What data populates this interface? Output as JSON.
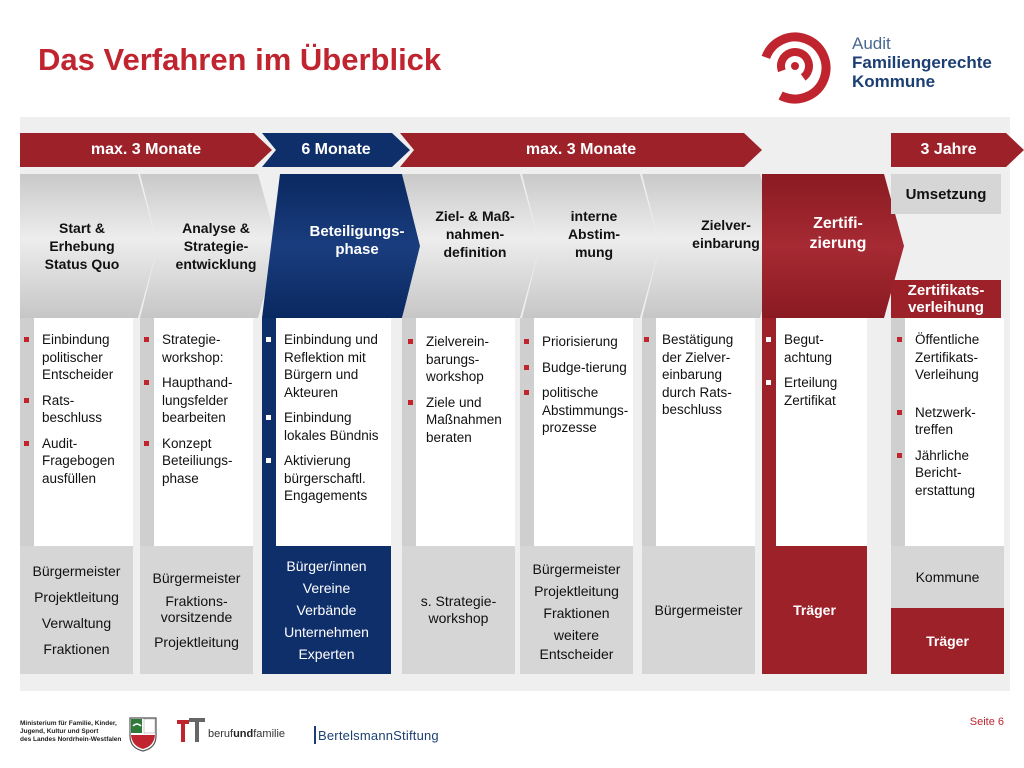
{
  "title": "Das Verfahren im Überblick",
  "logo": {
    "line1": "Audit",
    "line2": "Familiengerechte",
    "line3": "Kommune"
  },
  "banners": [
    "max.  3 Monate",
    "6 Monate",
    "max. 3  Monate",
    "3 Jahre"
  ],
  "phases": [
    [
      "Start &",
      "Erhebung",
      "Status Quo"
    ],
    [
      "Analyse &",
      "Strategie-",
      "entwicklung"
    ],
    [
      "Beteiligungs-",
      "phase"
    ],
    [
      "Ziel- & Maß-",
      "nahmen-",
      "definition"
    ],
    [
      "interne",
      "Abstim-",
      "mung"
    ],
    [
      "Zielver-",
      "einbarung"
    ],
    [
      "Zertifi-",
      "zierung"
    ]
  ],
  "umsetzung": "Umsetzung",
  "zertifikats": [
    "Zertifikats-",
    "verleihung"
  ],
  "columns": [
    [
      "Einbindung politischer Entscheider",
      "Rats-beschluss",
      "Audit-Fragebogen ausfüllen"
    ],
    [
      "Strategie-workshop:",
      "Haupthand-lungsfelder bearbeiten",
      "Konzept Beteiliungs-phase"
    ],
    [
      "Einbindung und Reflektion mit Bürgern und Akteuren",
      "Einbindung lokales Bündnis",
      "Aktivierung bürgerschaftl. Engagements"
    ],
    [
      "Zielverein-barungs-workshop",
      "Ziele und Maßnahmen beraten"
    ],
    [
      "Priorisierung",
      "Budge-tierung",
      "politische Abstimmungs-prozesse"
    ],
    [
      "Bestätigung der Zielver-einbarung durch Rats-beschluss"
    ],
    [
      "Begut-achtung",
      "Erteilung Zertifikat"
    ],
    [
      "Öffentliche Zertifikats-Verleihung",
      "Netzwerk-treffen",
      "Jährliche Bericht-erstattung"
    ]
  ],
  "bottom": [
    [
      "Bürgermeister",
      "Projektleitung",
      "Verwaltung",
      "Fraktionen"
    ],
    [
      "Bürgermeister",
      "Fraktions-",
      "vorsitzende",
      "Projektleitung"
    ],
    [
      "Bürger/innen",
      "Vereine",
      "Verbände",
      "Unternehmen",
      "Experten"
    ],
    [
      "s. Strategie-",
      "workshop"
    ],
    [
      "Bürgermeister",
      "Projektleitung",
      "Fraktionen",
      "weitere",
      "Entscheider"
    ],
    [
      "Bürgermeister"
    ],
    [
      "Träger"
    ],
    [
      "Kommune"
    ],
    [
      "Träger"
    ]
  ],
  "footer": {
    "ministry": [
      "Ministerium für Familie, Kinder,",
      "Jugend, Kultur und Sport",
      "des Landes Nordrhein-Westfalen"
    ],
    "beruf_a": "beruf",
    "beruf_b": "und",
    "beruf_c": "familie",
    "bertelsmann": "BertelsmannStiftung",
    "page": "Seite 6"
  }
}
